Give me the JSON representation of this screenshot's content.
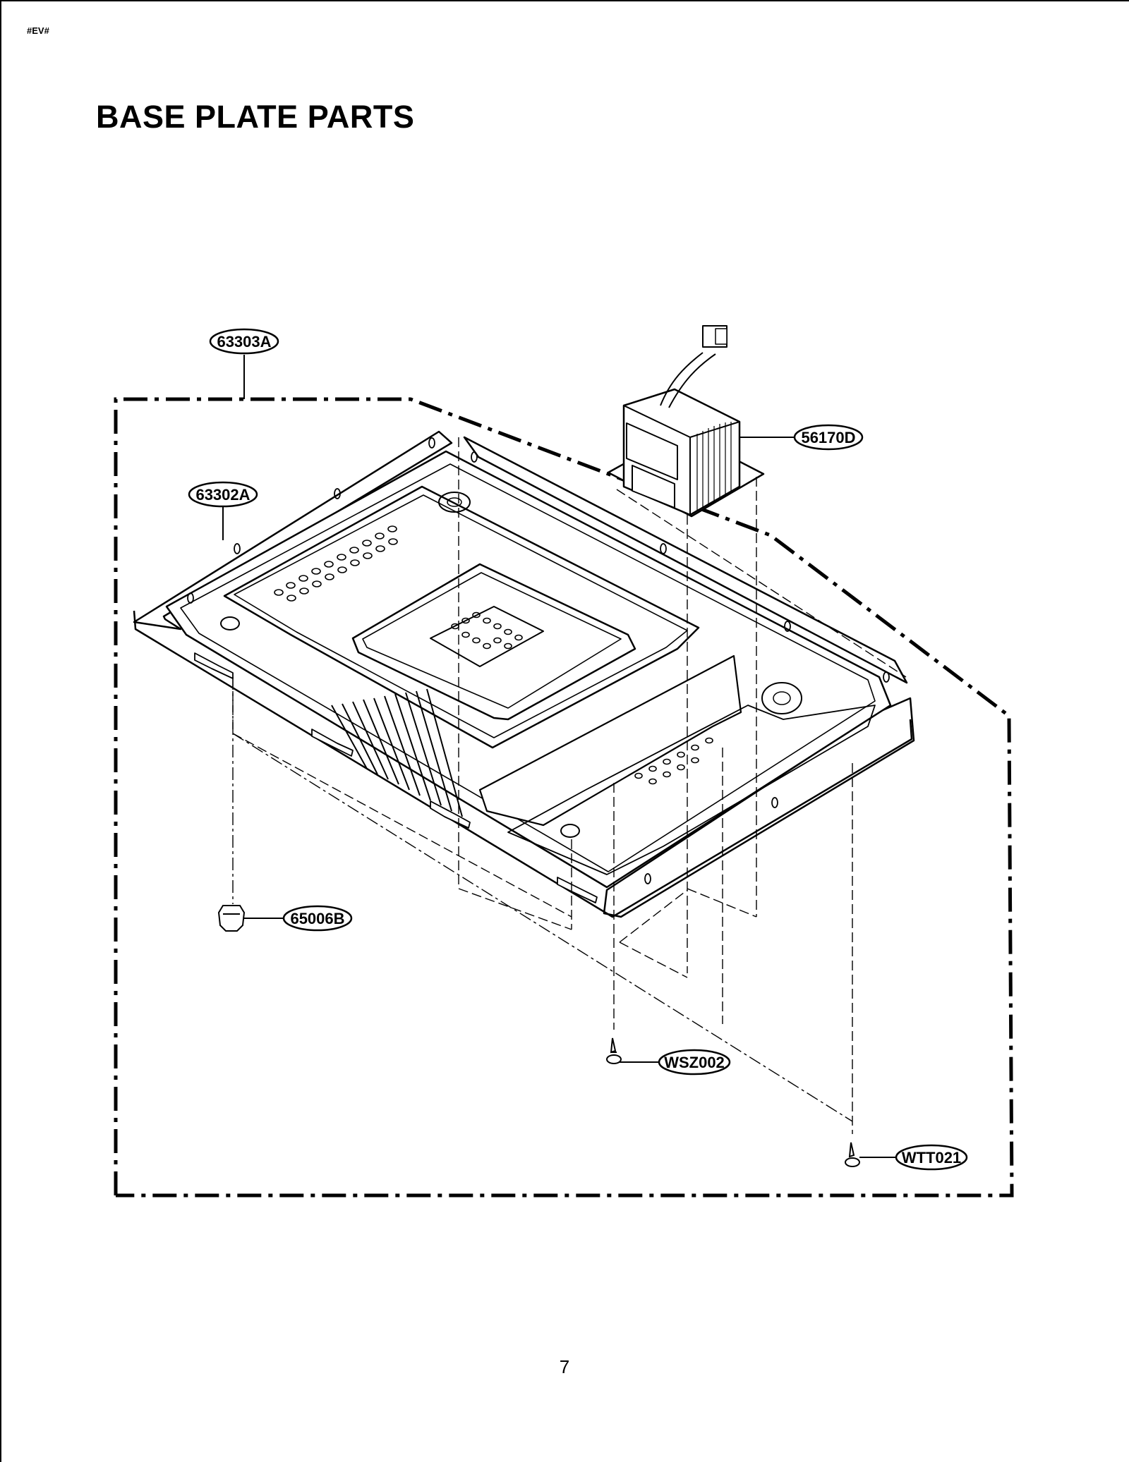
{
  "header": {
    "doc_code": "#EV#"
  },
  "page": {
    "title": "BASE PLATE PARTS",
    "number": "7"
  },
  "parts": [
    {
      "id": "63303A",
      "part": "base-plate-assembly"
    },
    {
      "id": "63302A",
      "part": "base-plate"
    },
    {
      "id": "56170D",
      "part": "transformer"
    },
    {
      "id": "65006B",
      "part": "foot"
    },
    {
      "id": "WSZ002",
      "part": "screw"
    },
    {
      "id": "WTT021",
      "part": "screw"
    }
  ]
}
